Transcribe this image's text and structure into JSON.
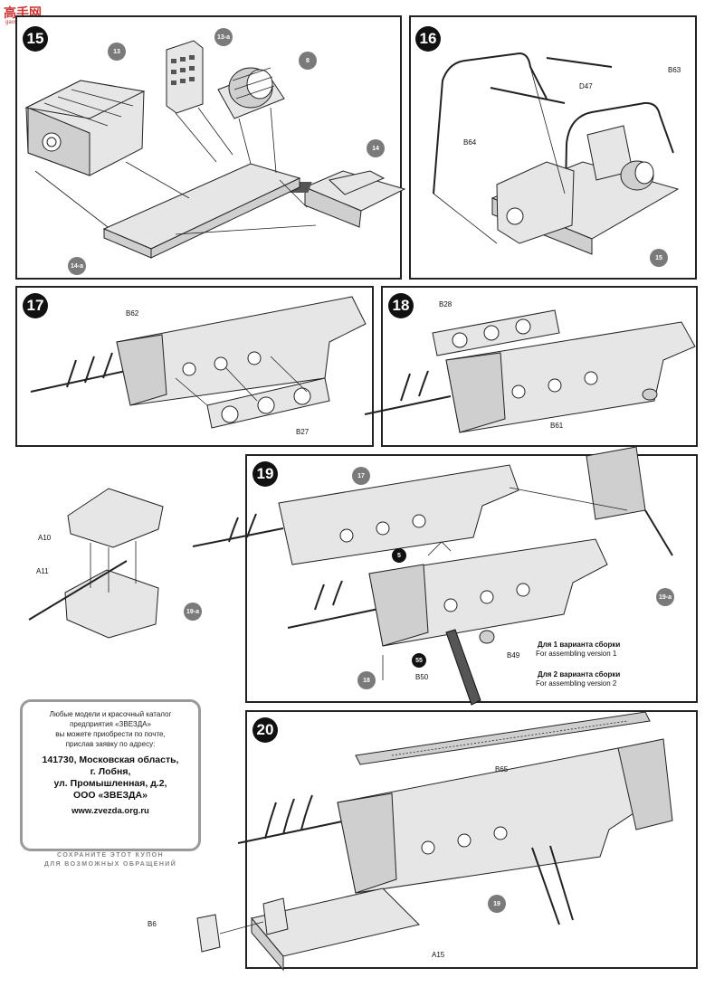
{
  "watermark": {
    "logo_text": "高手网",
    "sub_text": "gaoshou.com"
  },
  "steps": {
    "s15": "15",
    "s16": "16",
    "s17": "17",
    "s18": "18",
    "s19": "19",
    "s20": "20"
  },
  "step15": {
    "p13": "13",
    "p13a": "13-a",
    "p8": "8",
    "p14": "14",
    "p14a": "14-a"
  },
  "step16": {
    "b63": "B63",
    "d47": "D47",
    "b64": "B64",
    "p15": "15"
  },
  "step17": {
    "b62": "B62",
    "b27": "B27"
  },
  "step18": {
    "b28": "B28",
    "b61": "B61"
  },
  "step19a": {
    "a10": "A10",
    "a11": "A11",
    "tag": "19-a"
  },
  "step19": {
    "p17": "17",
    "p18": "18",
    "tag19a": "19-a",
    "star5": "5",
    "star55": "55",
    "b49": "B49",
    "b50": "B50",
    "v1_ru": "Для 1 варианта сборки",
    "v1_en": "For assembling version 1",
    "v2_ru": "Для 2 варианта сборки",
    "v2_en": "For assembling version 2"
  },
  "step20": {
    "b65": "B65",
    "p19": "19",
    "b6": "B6",
    "a15": "A15"
  },
  "coupon": {
    "line1": "Любые модели и красочный каталог",
    "line2": "предприятия «ЗВЕЗДА»",
    "line3": "вы можете приобрести по почте,",
    "line4": "прислав заявку по адресу:",
    "addr1": "141730, Московская область,",
    "addr2": "г. Лобня,",
    "addr3": "ул. Промышленная, д.2,",
    "addr4": "ООО «ЗВЕЗДА»",
    "web": "www.zvezda.org.ru",
    "keep1": "СОХРАНИТЕ ЭТОТ КУПОН",
    "keep2": "ДЛЯ ВОЗМОЖНЫХ ОБРАЩЕНИЙ"
  }
}
